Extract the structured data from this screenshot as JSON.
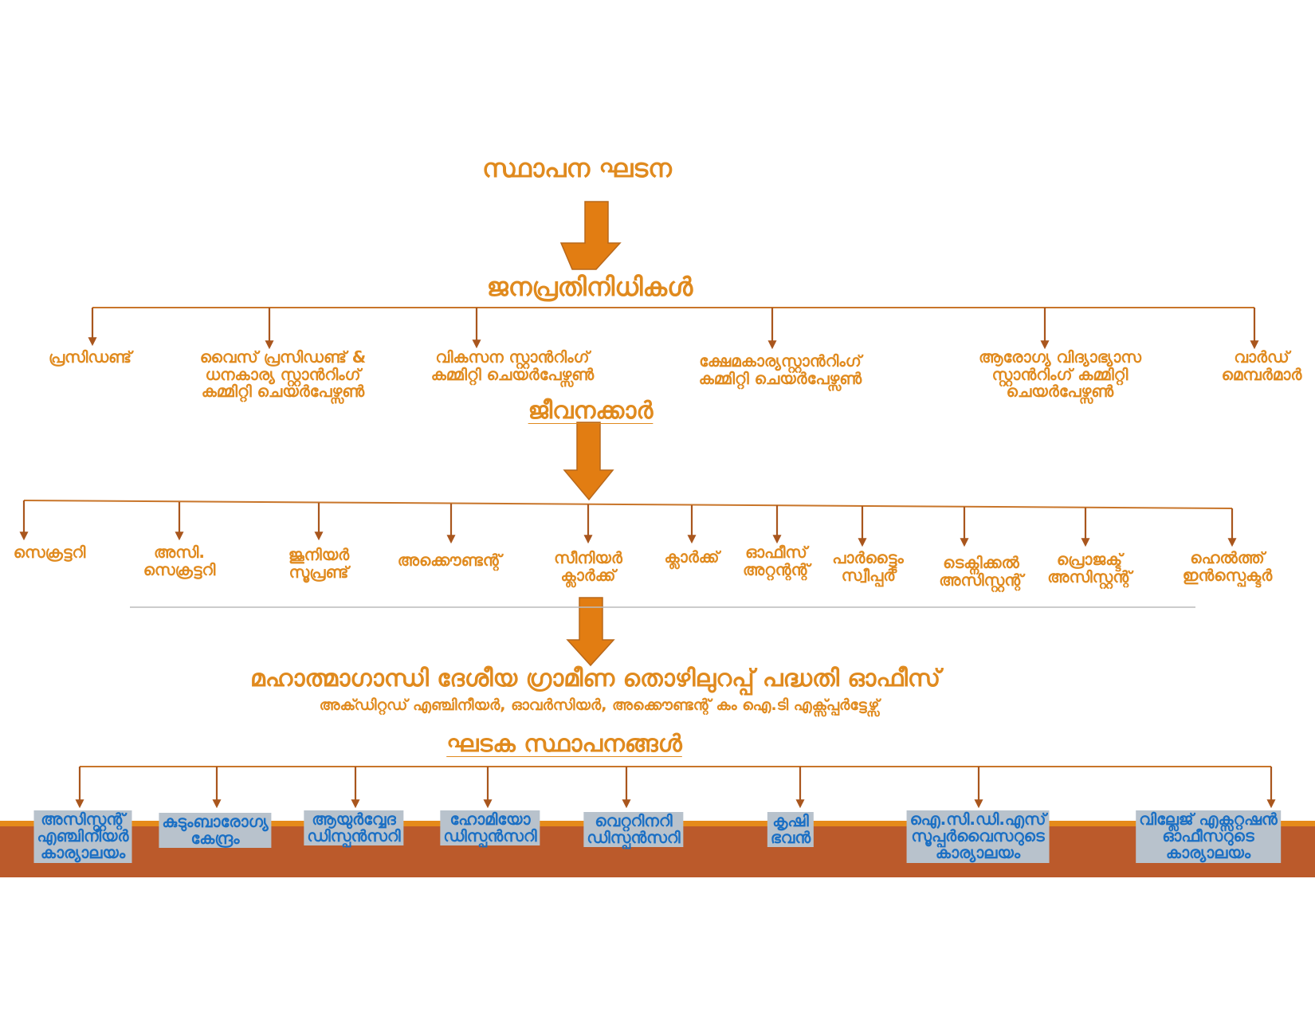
{
  "title": "സ്ഥാപന ഘടന",
  "representatives": {
    "heading": "ജനപ്രതിനിധികൾ",
    "items": [
      {
        "lines": [
          "പ്രസിഡണ്ട്"
        ]
      },
      {
        "lines": [
          "വൈസ് പ്രസിഡണ്ട് &",
          "ധനകാര്യ സ്റ്റാൻറിംഗ്",
          "കമ്മിറ്റി ചെയർപേഴ്സൺ"
        ]
      },
      {
        "lines": [
          "വികസന സ്റ്റാൻറിംഗ്",
          "കമ്മിറ്റി ചെയർപേഴ്സൺ"
        ]
      },
      {
        "lines": [
          "ക്ഷേമകാര്യസ്റ്റാൻറിംഗ്",
          "കമ്മിറ്റി ചെയർപേഴ്സൺ"
        ]
      },
      {
        "lines": [
          "ആരോഗ്യ വിദ്യാഭ്യാസ",
          "സ്റ്റാൻറിംഗ് കമ്മിറ്റി",
          "ചെയർപേഴ്സൺ"
        ]
      },
      {
        "lines": [
          "വാർഡ്",
          "മെമ്പർമാർ"
        ]
      }
    ]
  },
  "staff": {
    "heading": "ജീവനക്കാർ",
    "items": [
      {
        "lines": [
          "സെക്രട്ടറി"
        ]
      },
      {
        "lines": [
          "അസി.",
          "സെക്രട്ടറി"
        ]
      },
      {
        "lines": [
          "ജൂനിയർ",
          "സൂപ്രണ്ട്"
        ]
      },
      {
        "lines": [
          "അക്കൌണ്ടന്റ്"
        ]
      },
      {
        "lines": [
          "സീനിയർ",
          "ക്ലാർക്ക്"
        ]
      },
      {
        "lines": [
          "ക്ലാർക്ക്"
        ]
      },
      {
        "lines": [
          "ഓഫീസ്",
          "അറ്റന്റന്റ്"
        ]
      },
      {
        "lines": [
          "പാർട്ട്ടൈം",
          "സ്വീപ്പർ"
        ]
      },
      {
        "lines": [
          "ടെക്നിക്കൽ",
          "അസിസ്റ്റന്റ്"
        ]
      },
      {
        "lines": [
          "പ്രൊജക്ട്",
          "അസിസ്റ്റന്റ്"
        ]
      },
      {
        "lines": [
          "ഹെൽത്ത്",
          "ഇൻസ്പെക്ടർ"
        ]
      }
    ]
  },
  "mgnrega": {
    "heading": "മഹാത്മാഗാന്ധി ദേശീയ ഗ്രാമീണ തൊഴിലുറപ്പ് പദ്ധതി ഓഫീസ്",
    "subheading": "അക്ഡിറ്റഡ് എഞ്ചിനീയർ, ഓവർസിയർ, അക്കൌണ്ടന്റ് കം ഐ.ടി എക്സ്പ്പർട്ടേഴ്സ്"
  },
  "institutions": {
    "heading": "ഘടക സ്ഥാപനങ്ങൾ",
    "items": [
      {
        "lines": [
          "അസിസ്റ്റന്റ്",
          "എഞ്ചിനീയർ",
          "കാര്യാലയം"
        ]
      },
      {
        "lines": [
          "കുടുംബാരോഗ്യ",
          "കേന്ദ്രം"
        ]
      },
      {
        "lines": [
          "ആയുർവ്വേദ",
          "ഡിസ്പൻസറി"
        ]
      },
      {
        "lines": [
          "ഹോമിയോ",
          "ഡിസ്പൻസറി"
        ]
      },
      {
        "lines": [
          "വെറ്ററിനറി",
          "ഡിസ്പൻസറി"
        ]
      },
      {
        "lines": [
          "കൃഷി",
          "ഭവൻ"
        ]
      },
      {
        "lines": [
          "ഐ.സി.ഡി.എസ്",
          "സൂപ്പർവൈസറുടെ",
          "കാര്യാലയം"
        ]
      },
      {
        "lines": [
          "വില്ലേജ്   എക്സറ്റഷൻ",
          "ഓഫീസറുടെ",
          "കാര്യാലയം"
        ]
      }
    ]
  },
  "colors": {
    "text_orange": "#e08a1e",
    "arrow_fill": "#e27d12",
    "box_bg": "#b8c2cc",
    "box_text": "#1a6fc4",
    "band": "#bb5a2b"
  }
}
